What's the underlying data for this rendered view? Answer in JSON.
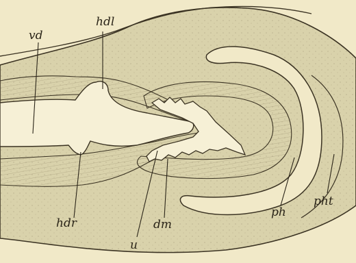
{
  "figure": {
    "labels": {
      "vd": "vd",
      "hdl": "hdl",
      "hdr": "hdr",
      "u": "u",
      "dm": "dm",
      "ph": "ph",
      "pht": "pht"
    },
    "colors": {
      "paper": "#f1e9c8",
      "tissue": "#d9d2ab",
      "tissue_dark": "#cbc39b",
      "line": "#3a3222"
    }
  }
}
